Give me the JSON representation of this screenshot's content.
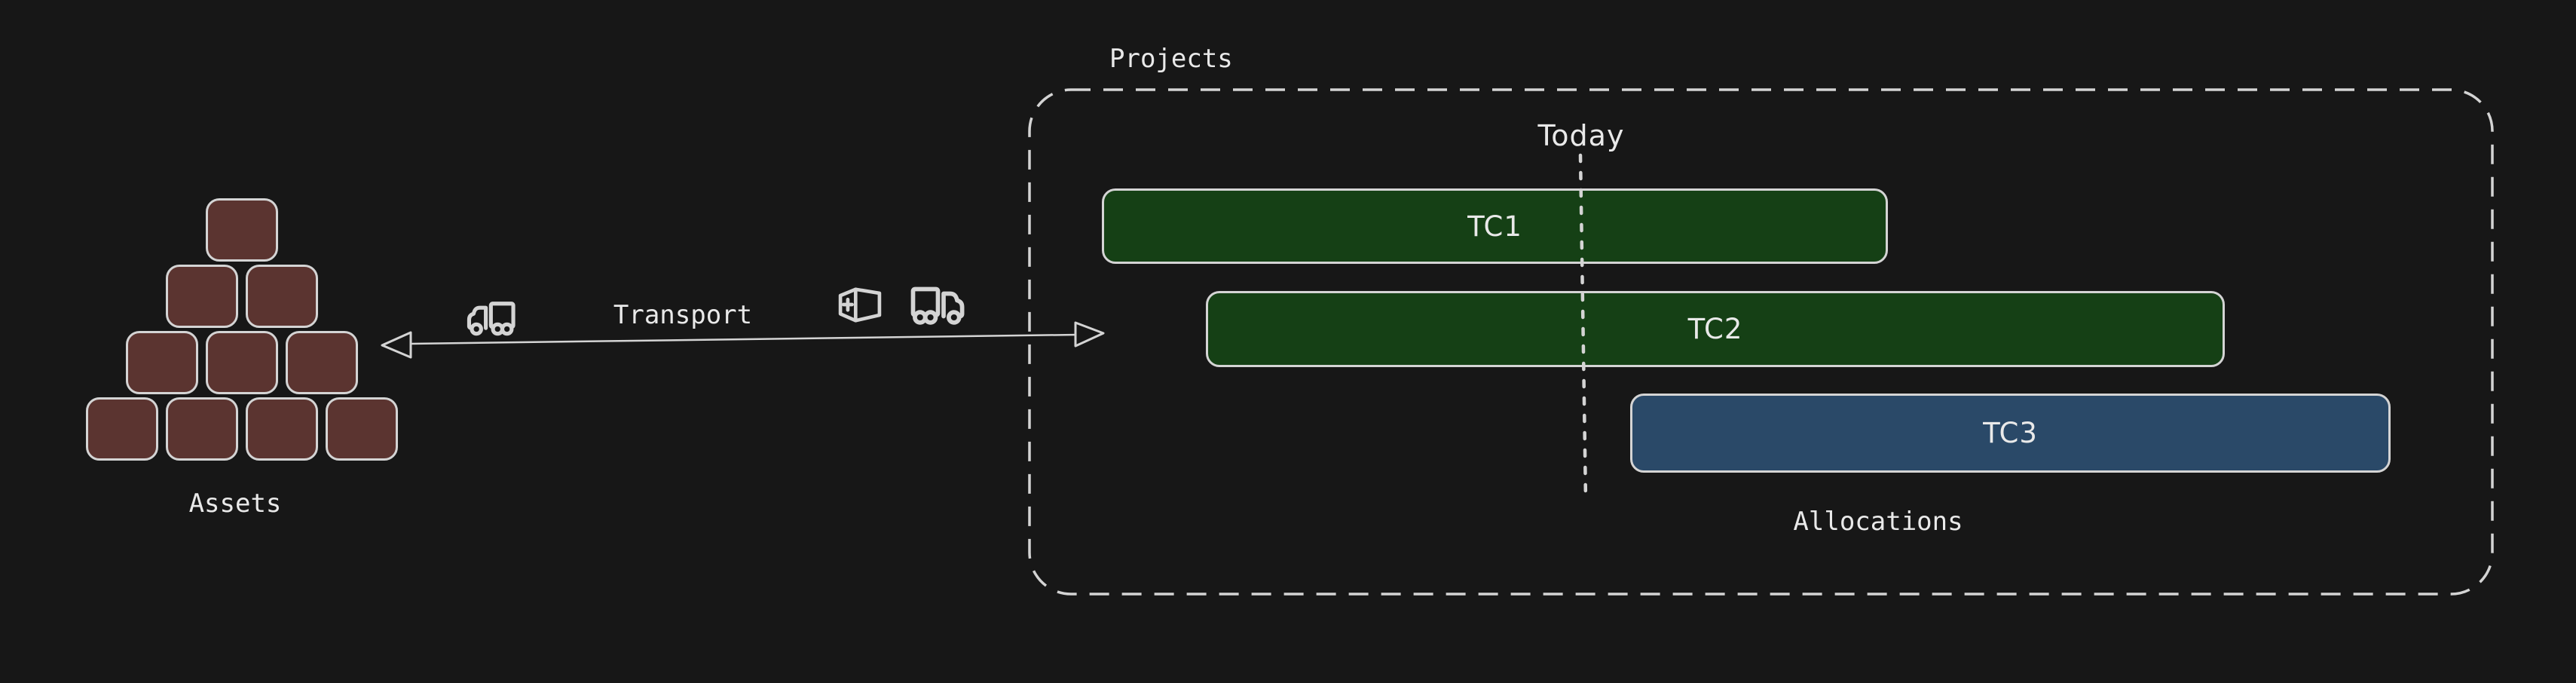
{
  "canvas": {
    "background": "#171717",
    "stroke_color": "#d4d4d4",
    "text_color": "#e9e9e9"
  },
  "assets": {
    "label": "Assets",
    "block_rows": [
      1,
      2,
      3,
      4
    ],
    "block_count": 10,
    "block_fill": "#5b3430"
  },
  "transport": {
    "label": "Transport",
    "direction": "bidirectional",
    "icons": [
      "truck-left-icon",
      "package-icon",
      "truck-right-icon"
    ]
  },
  "projects": {
    "label": "Projects",
    "today": {
      "label": "Today"
    },
    "allocations_label": "Allocations",
    "bars": [
      {
        "label": "TC1",
        "fill": "#154015"
      },
      {
        "label": "TC2",
        "fill": "#154015"
      },
      {
        "label": "TC3",
        "fill": "#2a4968"
      }
    ]
  }
}
